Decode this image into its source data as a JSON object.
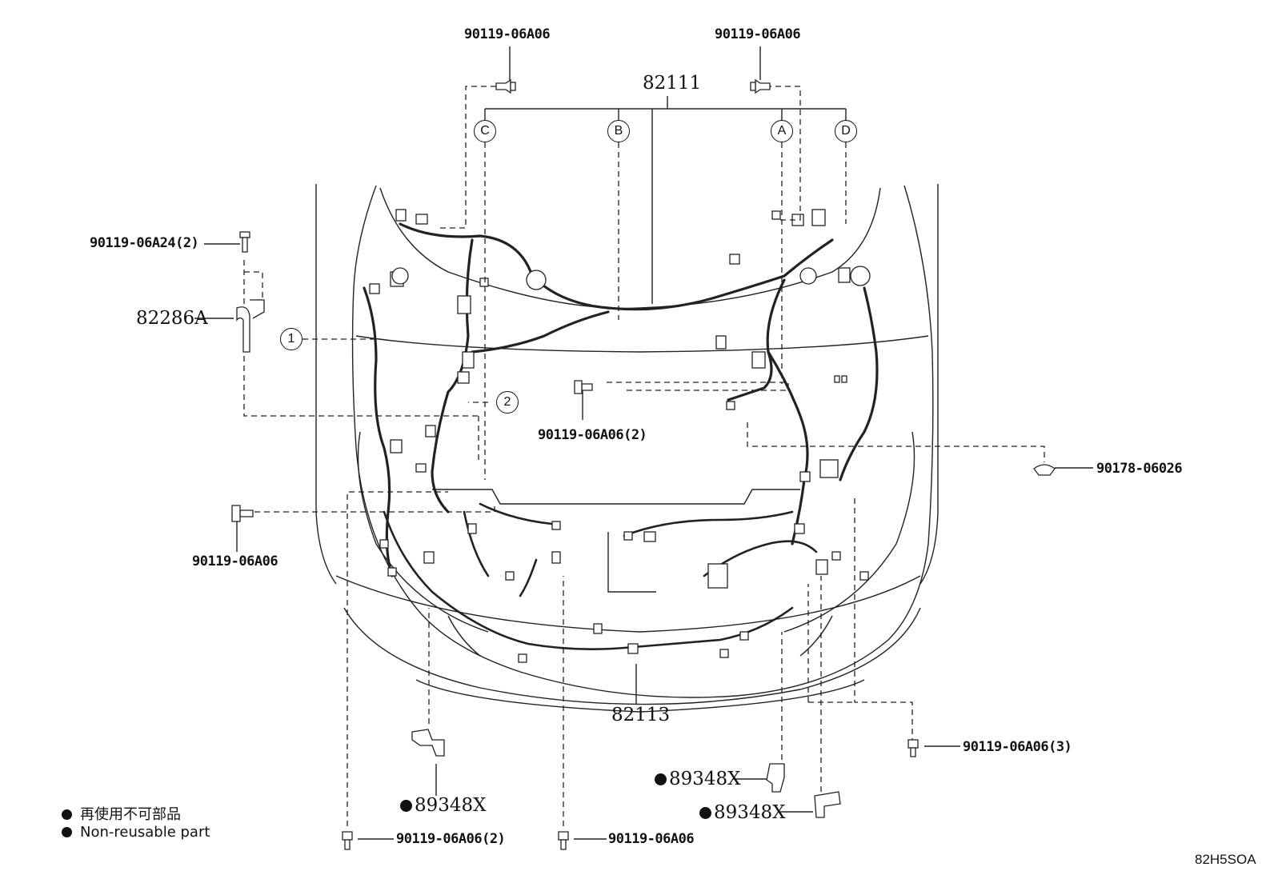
{
  "diagram": {
    "part_labels": {
      "bolt_top_left": "90119-06A06",
      "bolt_top_right": "90119-06A06",
      "main_harness": "82111",
      "bolt_left_upper": "90119-06A24(2)",
      "clamp_left": "82286A",
      "bolt_center": "90119-06A06(2)",
      "clip_right": "90178-06026",
      "bolt_left_lower": "90119-06A06",
      "bottom_harness": "82113",
      "bolt_right_lower": "90119-06A06(3)",
      "bracket_right_upper": "89348X",
      "bracket_left": "89348X",
      "bracket_right_lower": "89348X",
      "bolt_bottom_left": "90119-06A06(2)",
      "bolt_bottom_center": "90119-06A06"
    },
    "branch_callouts": [
      "C",
      "B",
      "A",
      "D"
    ],
    "number_callouts": [
      "1",
      "2"
    ],
    "legend": {
      "line_jp": "再使用不可部品",
      "line_en": "Non-reusable part"
    },
    "diagram_code": "82H5SOA"
  }
}
